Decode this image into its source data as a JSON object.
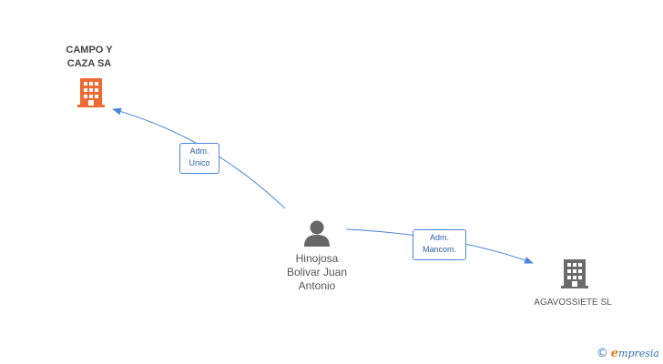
{
  "nodes": {
    "company1": {
      "label_lines": [
        "CAMPO Y",
        "CAZA SA"
      ],
      "icon": "building-icon",
      "color": "#ee6a33"
    },
    "person": {
      "label_lines": [
        "Hinojosa",
        "Bolivar Juan",
        "Antonio"
      ],
      "icon": "person-icon",
      "color": "#666666"
    },
    "company2": {
      "label_lines": [
        "AGAVOSSIETE SL"
      ],
      "icon": "building-icon",
      "color": "#6b6b6b"
    }
  },
  "edges": {
    "edge1": {
      "label_lines": [
        "Adm.",
        "Unico"
      ]
    },
    "edge2": {
      "label_lines": [
        "Adm.",
        "Mancom."
      ]
    }
  },
  "edge_color": "#4a86d8",
  "brand": {
    "copyright": "©",
    "initial": "e",
    "rest": "mpresia"
  }
}
